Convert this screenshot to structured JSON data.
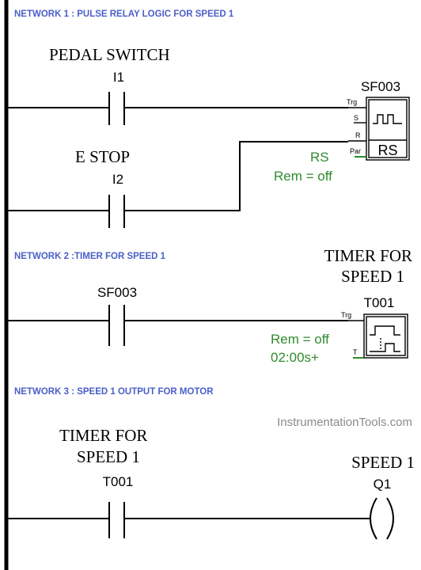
{
  "networks": {
    "n1": "NETWORK 1 : PULSE RELAY LOGIC FOR SPEED 1",
    "n2": "NETWORK 2 :TIMER FOR SPEED 1",
    "n3": "NETWORK 3 : SPEED 1 OUTPUT FOR MOTOR"
  },
  "net1": {
    "pedal_label": "PEDAL SWITCH",
    "pedal_addr": "I1",
    "estop_label": "E STOP",
    "estop_addr": "I2",
    "block_name": "SF003",
    "pin_trg": "Trg",
    "pin_s": "S",
    "pin_r": "R",
    "pin_par": "Par",
    "block_symbol": "RS",
    "param_type": "RS",
    "param_rem": "Rem = off"
  },
  "net2": {
    "contact_addr": "SF003",
    "timer_label_1": "TIMER FOR",
    "timer_label_2": "SPEED 1",
    "block_name": "T001",
    "pin_trg": "Trg",
    "pin_t": "T",
    "param_rem": "Rem = off",
    "param_time": "02:00s+"
  },
  "net3": {
    "watermark": "InstrumentationTools.com",
    "contact_label_1": "TIMER FOR",
    "contact_label_2": "SPEED 1",
    "contact_addr": "T001",
    "coil_label": "SPEED 1",
    "coil_addr": "Q1"
  },
  "colors": {
    "network_title": "#4a5fc9",
    "parameter_text": "#2e8b2e",
    "watermark": "#8a8a8a"
  }
}
